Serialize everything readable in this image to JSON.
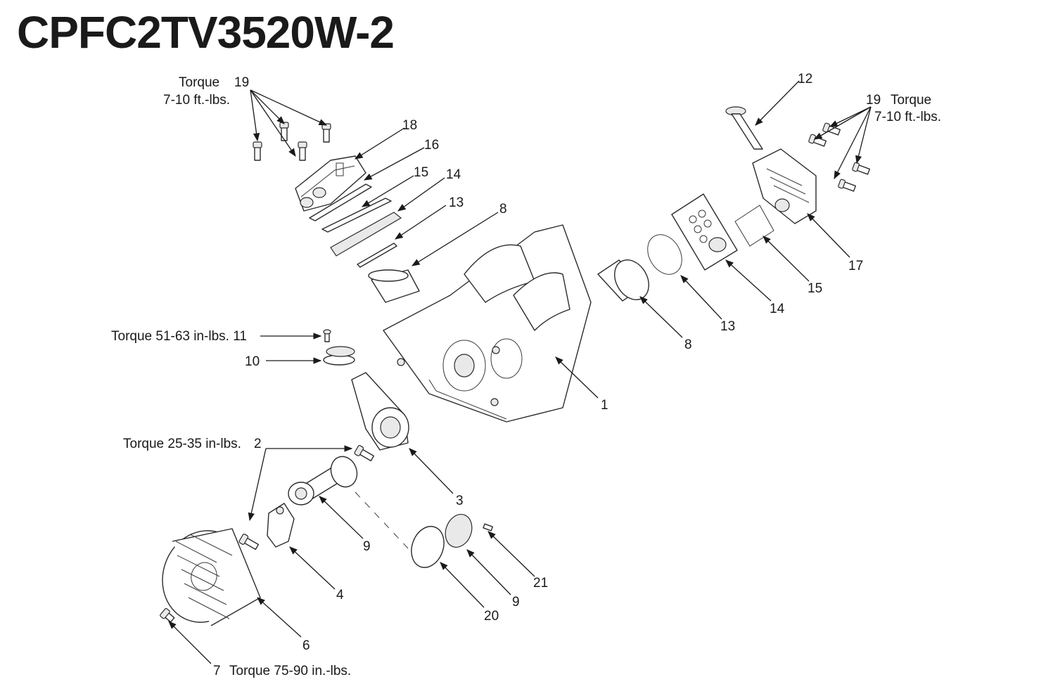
{
  "title": "CPFC2TV3520W-2",
  "labels": {
    "torque_19_left_word": "Torque",
    "num_19_left": "19",
    "torque_19_left_value": "7-10 ft.-lbs.",
    "num_18": "18",
    "num_16_left": "16",
    "num_15_left": "15",
    "num_14_left": "14",
    "num_13_left": "13",
    "num_8_left": "8",
    "num_12": "12",
    "num_19_right": "19",
    "torque_19_right_word": "Torque",
    "torque_19_right_value": "7-10 ft.-lbs.",
    "num_17": "17",
    "num_15_right": "15",
    "num_14_right": "14",
    "num_13_right": "13",
    "num_8_right": "8",
    "num_1": "1",
    "torque_11": "Torque 51-63 in-lbs. 11",
    "num_10": "10",
    "torque_2": "Torque 25-35 in-lbs.",
    "num_2": "2",
    "num_3": "3",
    "num_9_rod": "9",
    "num_4": "4",
    "num_21": "21",
    "num_9_plate": "9",
    "num_20": "20",
    "num_6": "6",
    "num_7": "7",
    "torque_7": "Torque 75-90 in.-lbs."
  }
}
